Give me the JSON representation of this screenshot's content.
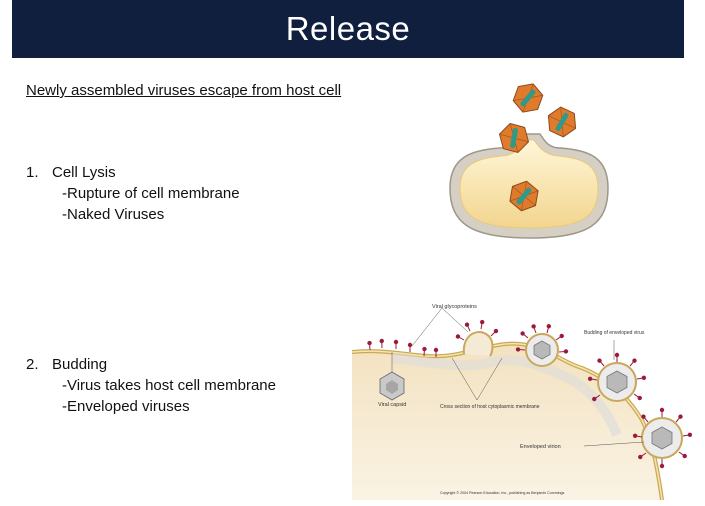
{
  "slide": {
    "title": "Release",
    "subtitle": "Newly assembled viruses escape from host cell",
    "sections": [
      {
        "number": "1.",
        "heading": "Cell Lysis",
        "points": [
          "-Rupture of cell membrane",
          "-Naked Viruses"
        ]
      },
      {
        "number": "2.",
        "heading": "Budding",
        "points": [
          "-Virus takes host cell membrane",
          "-Enveloped viruses"
        ]
      }
    ]
  },
  "budding_figure": {
    "labels": {
      "glycoproteins": "Viral glycoproteins",
      "budding": "Budding of enveloped virus",
      "capsid": "Viral capsid",
      "membrane": "Cross section of host cytoplasmic membrane",
      "virion": "Enveloped virion",
      "copyright": "Copyright © 2004 Pearson Education, Inc., publishing as Benjamin Cummings"
    }
  },
  "colors": {
    "title_bar": "#0f1f3d",
    "cell_fill": "#fbe9b6",
    "virus_orange": "#e07a2c",
    "virus_green": "#2e9a8a",
    "spike_red": "#9b1c3a"
  },
  "icons": {
    "naked_virus": "icosahedral-virus-icon",
    "enveloped_virus": "enveloped-virus-icon"
  }
}
